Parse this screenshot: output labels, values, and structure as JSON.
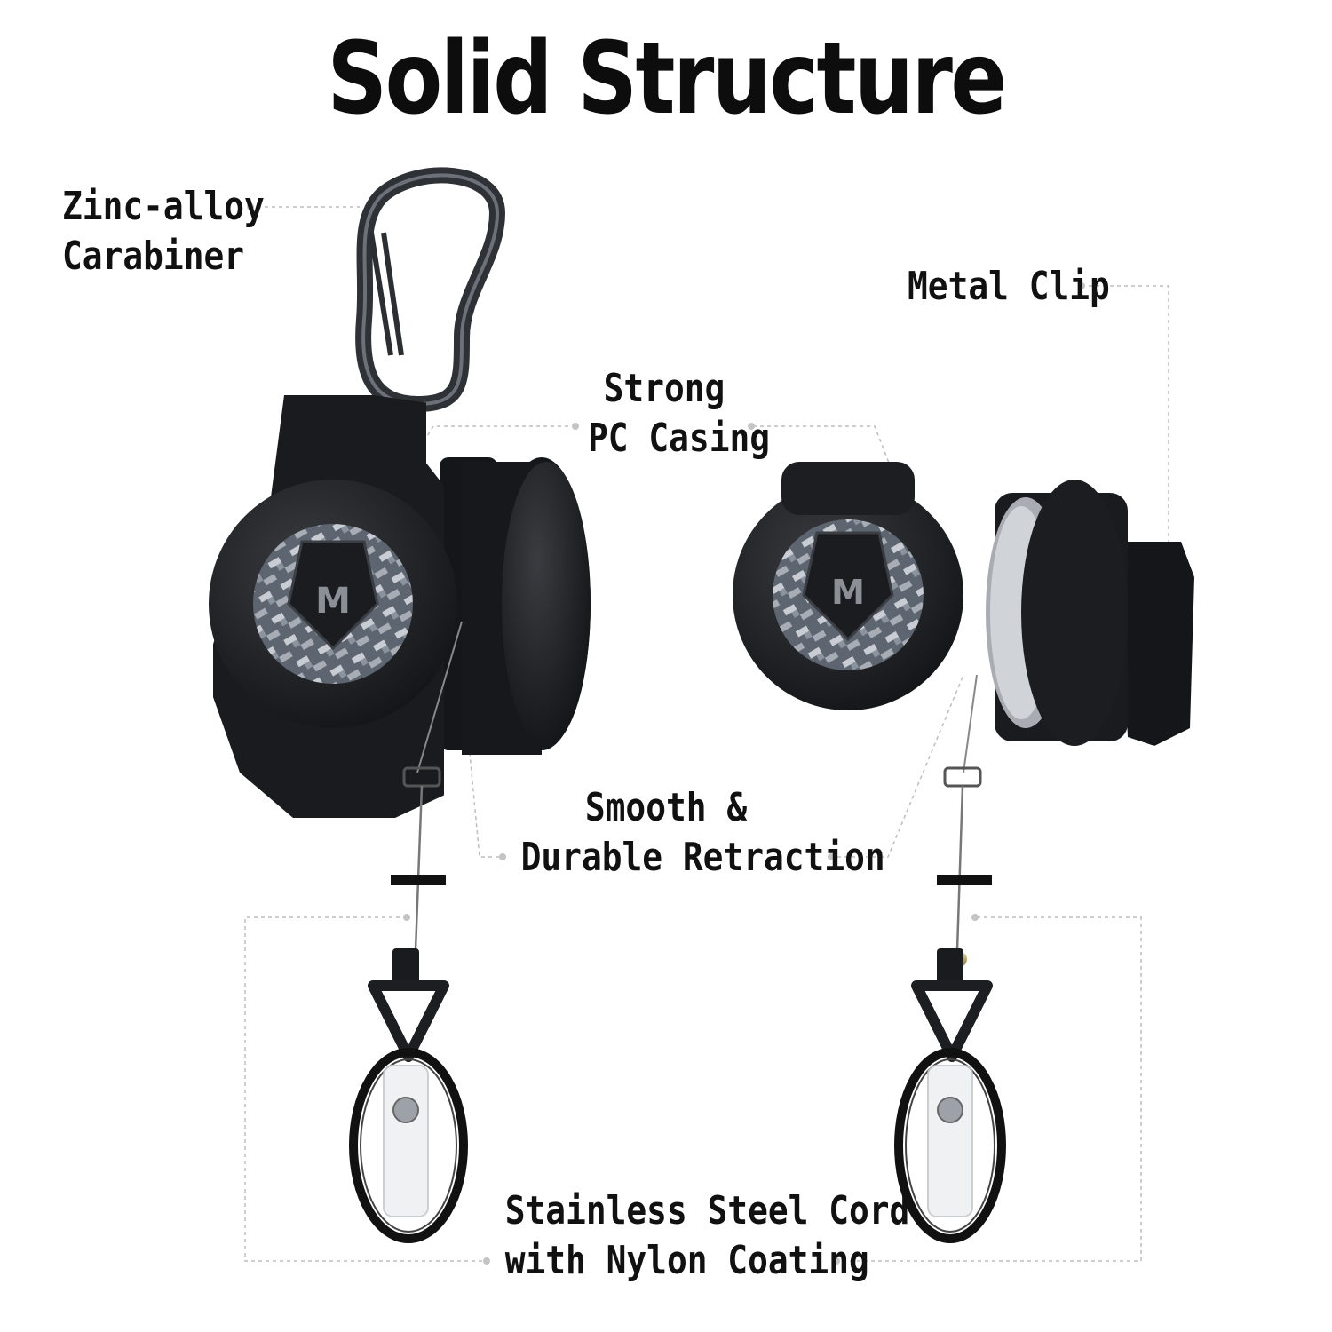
{
  "title": "Solid Structure",
  "labels": {
    "carabiner": [
      "Zinc-alloy",
      "Carabiner"
    ],
    "metal_clip": [
      "Metal Clip"
    ],
    "casing": [
      "Strong",
      "PC Casing"
    ],
    "retraction": [
      "Smooth &",
      "Durable Retraction"
    ],
    "cord": [
      "Stainless Steel Cord",
      "with Nylon Coating"
    ]
  },
  "colors": {
    "body": "#1b1c1f",
    "metal": "#3a3d42",
    "brass": "#c9a24a",
    "leader": "#b5b5b5"
  },
  "icons": [
    "carabiner-icon",
    "badge-reel-left",
    "badge-reel-right",
    "badge-clip-icon",
    "key-ring-icon"
  ]
}
